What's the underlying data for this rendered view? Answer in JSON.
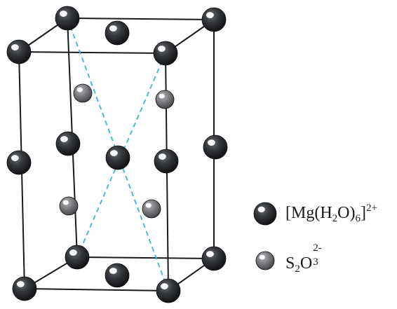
{
  "colors": {
    "edge": "#1a1a1a",
    "diagonal": "#3ab6d6",
    "cation_ball": "#2e3034",
    "anion_ball": "#7a7b7e",
    "highlight": "#ffffff"
  },
  "legend": {
    "cation": {
      "bracket_open": "[",
      "part1": "Mg(H",
      "sub1": "2",
      "part2": "O)",
      "sub2": "6",
      "bracket_close": "]",
      "charge": "2+"
    },
    "anion": {
      "el1": "S",
      "sub1": "2",
      "el2": "O",
      "sub2": "3",
      "charge": "2-"
    }
  }
}
